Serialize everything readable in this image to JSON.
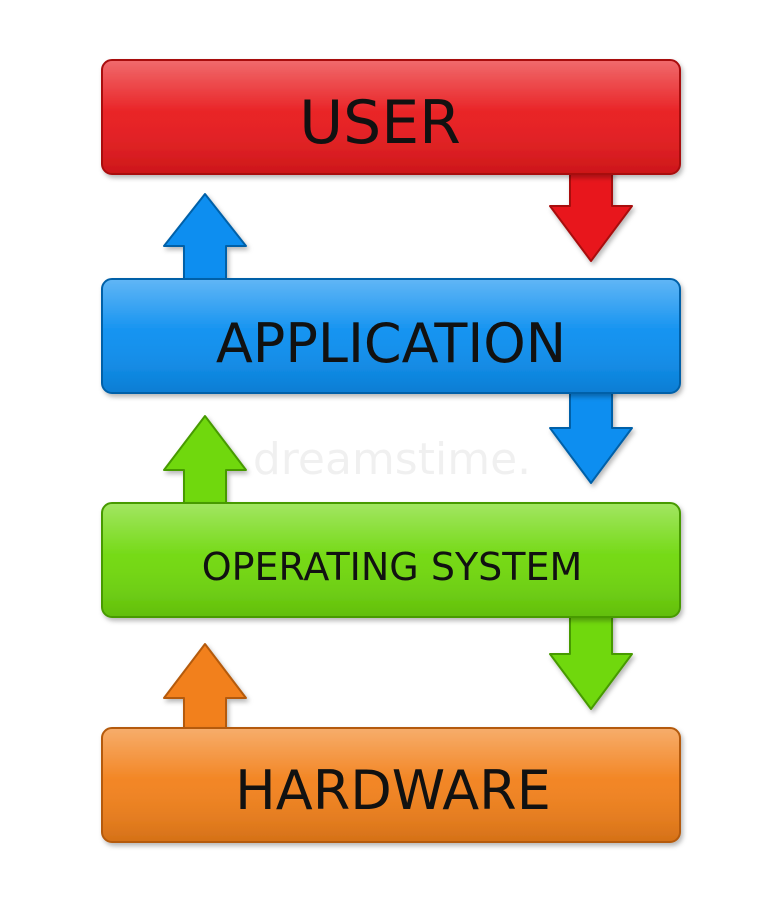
{
  "layers": [
    {
      "label": "USER",
      "color": "#e8191c",
      "border": "#a80d10"
    },
    {
      "label": "APPLICATION",
      "color": "#0a8ef0",
      "border": "#0561a8"
    },
    {
      "label": "OPERATING SYSTEM",
      "color": "#6fd80c",
      "border": "#469a06"
    },
    {
      "label": "HARDWARE",
      "color": "#f2801a",
      "border": "#b45a08"
    }
  ],
  "watermark": "dreamstime."
}
